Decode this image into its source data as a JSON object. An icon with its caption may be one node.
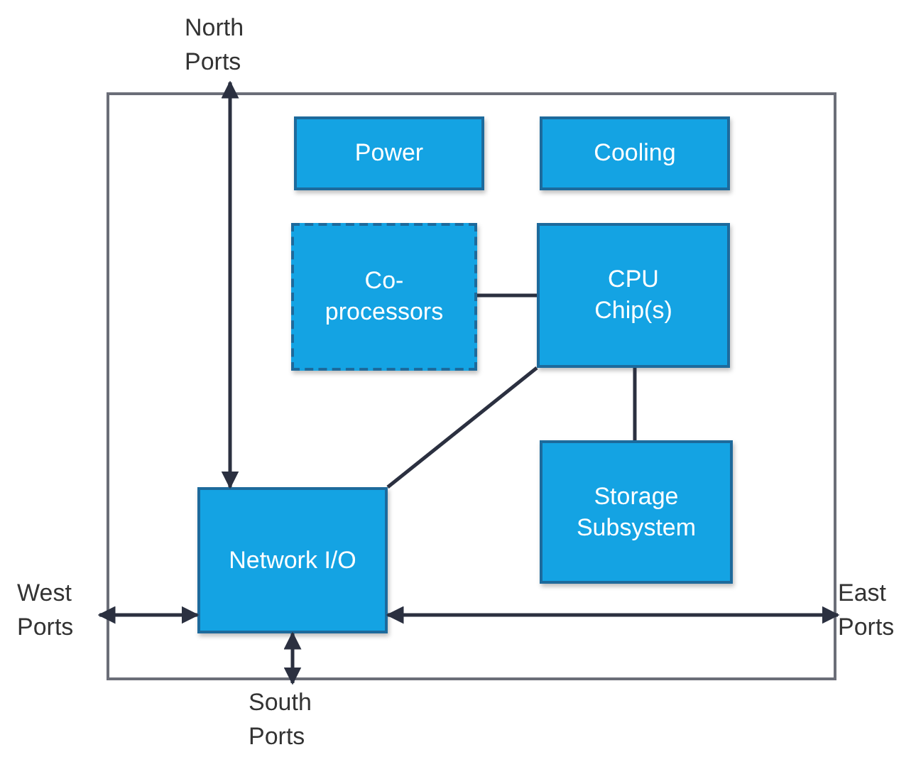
{
  "diagram": {
    "nodes": [
      {
        "text": [
          "North Ports"
        ]
      },
      {
        "text": [],
        "shape": "box"
      },
      {
        "text": [
          "Power"
        ],
        "in": 1
      },
      {
        "text": [
          "Cooling"
        ],
        "in": 1
      },
      {
        "text": [
          "Co-processors"
        ],
        "in": 1
      },
      {
        "text": [
          "CPU Chip(s)"
        ],
        "in": 1
      },
      {
        "text": [
          "Storage Subsystem"
        ],
        "in": 1
      },
      {
        "text": [
          "Network I/O"
        ],
        "in": 1
      },
      {
        "text": [
          "West Ports"
        ]
      },
      {
        "text": [
          "East Ports"
        ]
      },
      {
        "text": [
          "South Ports"
        ]
      }
    ],
    "edges": [
      {
        "from": 0,
        "to": 7,
        "arrow": "both"
      },
      {
        "from": 4,
        "to": 5,
        "arrow": "none"
      },
      {
        "from": 5,
        "to": 6,
        "arrow": "none"
      },
      {
        "from": 5,
        "to": 7,
        "arrow": "none"
      },
      {
        "from": 8,
        "to": 7,
        "arrow": "both"
      },
      {
        "from": 7,
        "to": 9,
        "arrow": "both"
      },
      {
        "from": 7,
        "to": 10,
        "arrow": "both"
      }
    ]
  }
}
